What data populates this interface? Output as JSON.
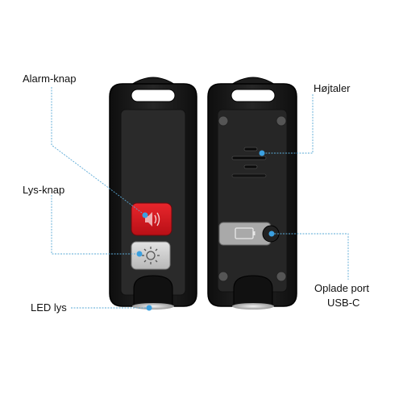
{
  "labels": {
    "alarm": "Alarm-knap",
    "light_button": "Lys-knap",
    "led": "LED lys",
    "speaker": "Højtaler",
    "port_line1": "Oplade port",
    "port_line2": "USB-C"
  },
  "colors": {
    "callout_line": "#5aa9d6",
    "callout_dot": "#3ba0e0",
    "body": "#1c1c1c",
    "alarm_button": "#d8141c",
    "light_button": "#c9c9c9",
    "port_cover": "#a9a9a9"
  },
  "icons": [
    "speaker-icon",
    "sun-icon",
    "battery-icon"
  ]
}
